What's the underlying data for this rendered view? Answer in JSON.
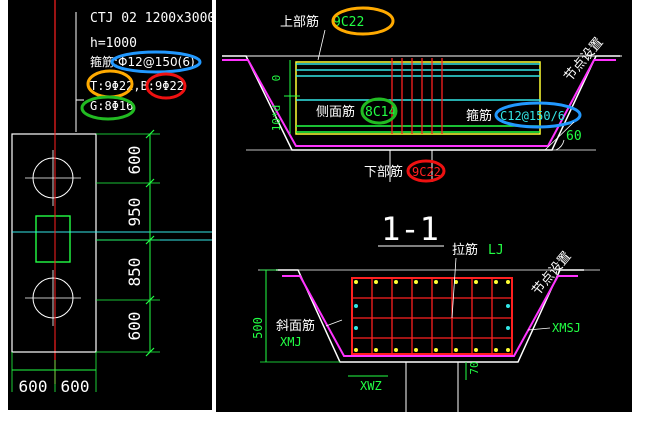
{
  "left_panel": {
    "title": "CTJ 02  1200x3000",
    "height": "h=1000",
    "stirrup": "箍筋:Φ12@150(6)",
    "bottom_bars": "T:9Φ22,B:9Φ22",
    "side_bars": "G:8Φ16",
    "dim_vertical": [
      "600",
      "950",
      "850",
      "600"
    ],
    "dim_horizontal": [
      "600",
      "600"
    ]
  },
  "section_top": {
    "top_bar_label": "上部筋",
    "top_bar_value": "9C22",
    "side_bar_label": "侧面筋",
    "side_bar_value": "8C14",
    "stirrup_label": "箍筋",
    "stirrup_value": "C12@150/6",
    "bottom_bar_label": "下部筋",
    "bottom_bar_value": "9C22",
    "node_setting": "节点设置",
    "angle": "60",
    "dim_a": "0",
    "dim_b": "10*d"
  },
  "section_title": "1-1",
  "section_bottom": {
    "tie_bar_label": "拉筋",
    "tie_bar_value": "LJ",
    "node_setting": "节点设置",
    "slant_bar_label": "斜面筋",
    "xmj": "XMJ",
    "xmsj": "XMSJ",
    "xwz": "XWZ",
    "depth": "500",
    "dim_70": "70"
  },
  "colors": {
    "background_dark": "#000000",
    "green": "#22ff44",
    "red": "#ff2020",
    "yellow": "#ffff33",
    "cyan": "#33e6e6",
    "magenta": "#ff33ff",
    "white": "#ffffff",
    "highlight_orange": "#ffaa00",
    "highlight_blue": "#2299ff",
    "highlight_green": "#22bb22",
    "highlight_red": "#ee1111"
  }
}
